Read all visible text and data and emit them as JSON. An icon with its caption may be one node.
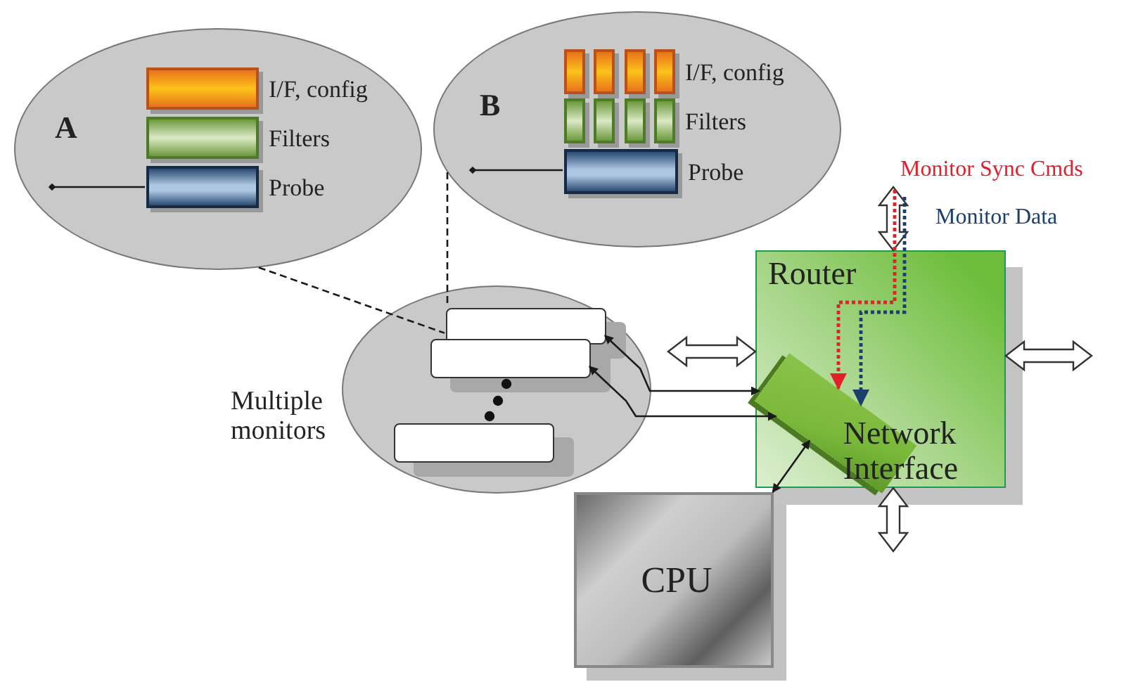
{
  "diagram": {
    "nodes": [
      {
        "text": [
          "A"
        ]
      },
      {
        "text": [],
        "shape": "bar",
        "in": 0,
        "beside": [
          "I/F, config"
        ]
      },
      {
        "text": [],
        "shape": "bar",
        "in": 0,
        "beside": [
          "Filters"
        ]
      },
      {
        "text": [],
        "shape": "bar",
        "in": 0,
        "beside": [
          "Probe"
        ]
      },
      {
        "text": [
          "B"
        ]
      },
      {
        "text": [],
        "shape": "bar",
        "in": 4
      },
      {
        "text": [],
        "shape": "bar",
        "in": 4
      },
      {
        "text": [],
        "shape": "bar",
        "in": 4
      },
      {
        "text": [],
        "shape": "bar",
        "in": 4,
        "beside": [
          "I/F, config"
        ]
      },
      {
        "text": [],
        "shape": "bar",
        "in": 4
      },
      {
        "text": [],
        "shape": "bar",
        "in": 4
      },
      {
        "text": [],
        "shape": "bar",
        "in": 4
      },
      {
        "text": [],
        "shape": "bar",
        "in": 4,
        "beside": [
          "Filters"
        ]
      },
      {
        "text": [],
        "shape": "bar",
        "in": 4,
        "beside": [
          "Probe"
        ]
      },
      {
        "text": [
          "Multiple monitors"
        ]
      },
      {
        "text": [],
        "shape": "box",
        "in": 14
      },
      {
        "text": [],
        "shape": "box",
        "in": 14
      },
      {
        "text": [],
        "shape": "box",
        "in": 14
      },
      {
        "text": [
          "Router"
        ]
      },
      {
        "text": [
          "Network Interface"
        ],
        "in": 18
      },
      {
        "text": [
          "CPU"
        ]
      }
    ],
    "edges": [
      {
        "from": 0,
        "to": 15,
        "arrow": "none",
        "style": "dashed"
      },
      {
        "from": 4,
        "to": 15,
        "arrow": "none",
        "style": "dashed"
      },
      {
        "from": 15,
        "to": 19,
        "arrow": "both"
      },
      {
        "from": 16,
        "to": 19,
        "arrow": "both"
      },
      {
        "from": null,
        "to": 18,
        "arrow": "both",
        "style": "thick"
      },
      {
        "from": 18,
        "to": null,
        "arrow": "both",
        "style": "thick"
      },
      {
        "from": 18,
        "to": null,
        "arrow": "both",
        "style": "thick"
      },
      {
        "from": null,
        "to": 18,
        "arrow": "both",
        "style": "thick"
      },
      {
        "from": 19,
        "to": 20,
        "arrow": "both"
      },
      {
        "from": null,
        "to": 19,
        "arrow": "to",
        "style": "dashed",
        "color": "#e0202a",
        "label": "Monitor Sync Cmds"
      },
      {
        "from": null,
        "to": 19,
        "arrow": "to",
        "style": "dashed",
        "color": "#1c3f6e",
        "label": "Monitor Data"
      },
      {
        "from": null,
        "to": 3,
        "arrow": "other"
      },
      {
        "from": null,
        "to": 13,
        "arrow": "other"
      }
    ]
  }
}
